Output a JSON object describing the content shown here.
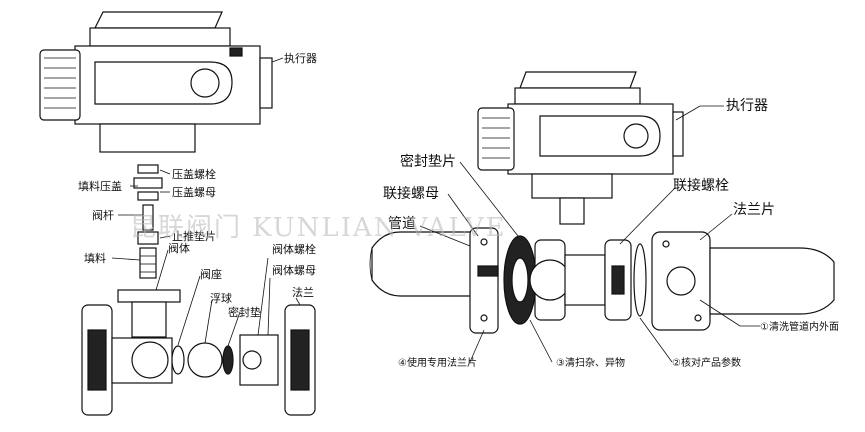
{
  "exploded_view": {
    "actuator": "执行器",
    "gland_bolt": "压盖螺栓",
    "gland_nut": "压盖螺母",
    "packing_gland": "填料压盖",
    "stem": "阀杆",
    "thrust_washer": "止推垫片",
    "packing": "填料",
    "body": "阀体",
    "seat": "阀座",
    "body_bolt": "阀体螺栓",
    "body_nut": "阀体螺母",
    "floating_ball": "浮球",
    "seal_gasket": "密封垫",
    "flange": "法兰"
  },
  "install_view": {
    "actuator": "执行器",
    "seal_gasket": "密封垫片",
    "connecting_nut": "联接螺母",
    "connecting_bolt": "联接螺栓",
    "pipe": "管道",
    "flange_piece": "法兰片",
    "note_1": "①清洗管道内外面",
    "note_2": "②核对产品参数",
    "note_3": "③清扫杂、异物",
    "note_4": "④使用专用法兰片"
  },
  "watermark": "昆联阀门 KUNLIAN VALVE"
}
